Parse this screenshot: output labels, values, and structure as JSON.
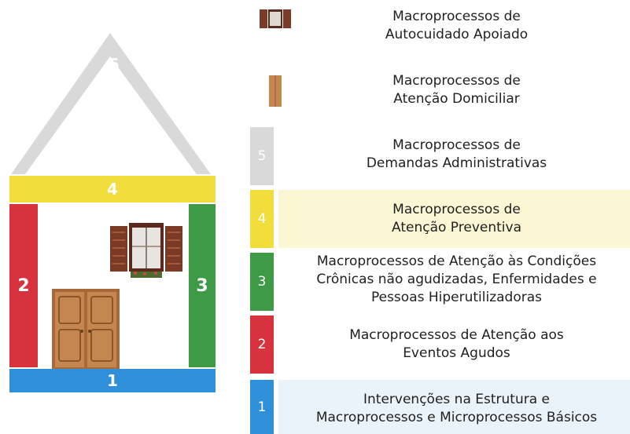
{
  "colors": {
    "blue": "#2f8fd8",
    "red": "#d8323e",
    "green": "#3e9a47",
    "yellow": "#f1dd3c",
    "gray": "#d9d9d9",
    "door": "#c4874f",
    "window": "#7a3a26",
    "band_yellow": "#fbf6d3",
    "band_blue": "#eaf3fa"
  },
  "house": {
    "roof_number": "5",
    "yellow_number": "4",
    "left_wall_number": "2",
    "right_wall_number": "3",
    "base_number": "1"
  },
  "legend": [
    {
      "swatch": "window-icon",
      "line1": "Macroprocessos de",
      "line2": "Autocuidado Apoiado"
    },
    {
      "swatch": "door-icon",
      "line1": "Macroprocessos de",
      "line2": "Atenção Domiciliar"
    },
    {
      "swatch_number": "5",
      "line1": "Macroprocessos de",
      "line2": "Demandas Administrativas"
    },
    {
      "swatch_number": "4",
      "line1": "Macroprocessos de",
      "line2": "Atenção Preventiva"
    },
    {
      "swatch_number": "3",
      "line1": "Macroprocessos de Atenção às Condições",
      "line2": "Crônicas não agudizadas, Enfermidades e",
      "line3": "Pessoas Hiperutilizadoras"
    },
    {
      "swatch_number": "2",
      "line1": "Macroprocessos de Atenção aos",
      "line2": "Eventos Agudos"
    },
    {
      "swatch_number": "1",
      "line1": "Intervenções na Estrutura e",
      "line2": "Macroprocessos e Microprocessos Básicos"
    }
  ]
}
